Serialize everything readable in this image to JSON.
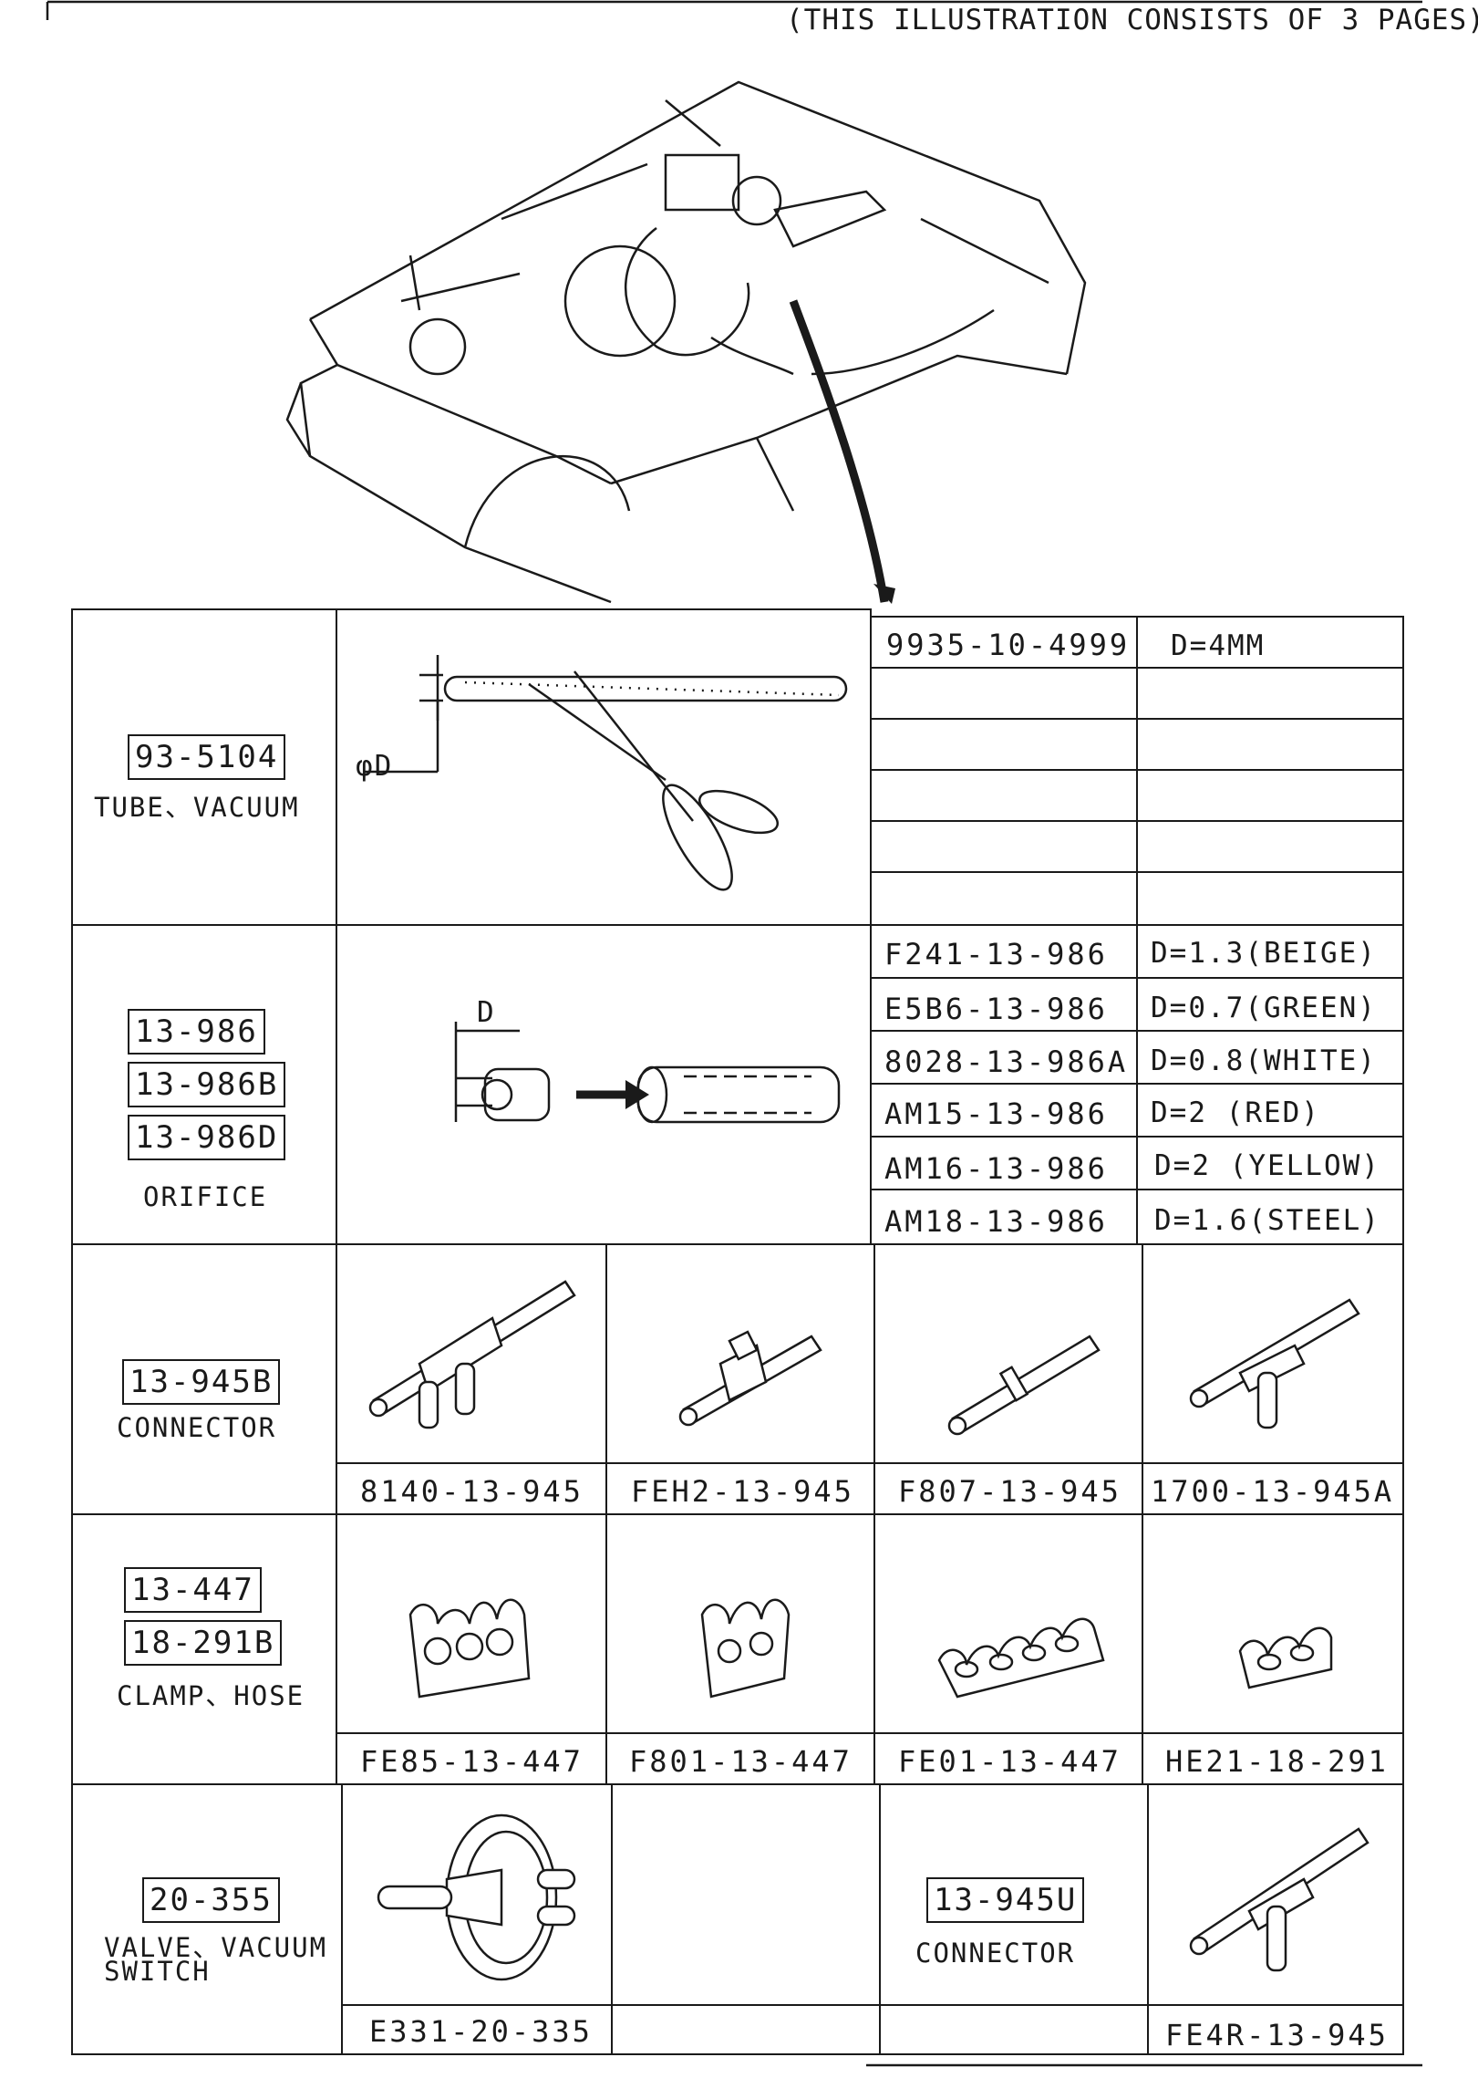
{
  "header": {
    "note": "(THIS ILLUSTRATION CONSISTS OF  3 PAGES)"
  },
  "rows": {
    "tube": {
      "codes": [
        "93-5104"
      ],
      "name": "TUBE、VACUUM",
      "dim_label": "φD",
      "table": [
        {
          "part": "9935-10-4999",
          "spec": "D=4MM"
        }
      ]
    },
    "orifice": {
      "codes": [
        "13-986",
        "13-986B",
        "13-986D"
      ],
      "name": "ORIFICE",
      "dim_label": "D",
      "table": [
        {
          "part": "F241-13-986",
          "spec": "D=1.3(BEIGE)"
        },
        {
          "part": "E5B6-13-986",
          "spec": "D=0.7(GREEN)"
        },
        {
          "part": "8028-13-986A",
          "spec": "D=0.8(WHITE)"
        },
        {
          "part": "AM15-13-986",
          "spec": "D=2  (RED)"
        },
        {
          "part": "AM16-13-986",
          "spec": "D=2 (YELLOW)"
        },
        {
          "part": "AM18-13-986",
          "spec": "D=1.6(STEEL)"
        }
      ]
    },
    "connector": {
      "code": "13-945B",
      "name": "CONNECTOR",
      "parts": [
        "8140-13-945",
        "FEH2-13-945",
        "F807-13-945",
        "1700-13-945A"
      ]
    },
    "clamp": {
      "codes": [
        "13-447",
        "18-291B"
      ],
      "name": "CLAMP、HOSE",
      "parts": [
        "FE85-13-447",
        "F801-13-447",
        "FE01-13-447",
        "HE21-18-291"
      ]
    },
    "valve": {
      "code": "20-355",
      "name_line1": "VALVE、VACUUM",
      "name_line2": "SWITCH",
      "part": "E331-20-335",
      "connector_code": "13-945U",
      "connector_name": "CONNECTOR",
      "connector_part": "FE4R-13-945"
    }
  }
}
